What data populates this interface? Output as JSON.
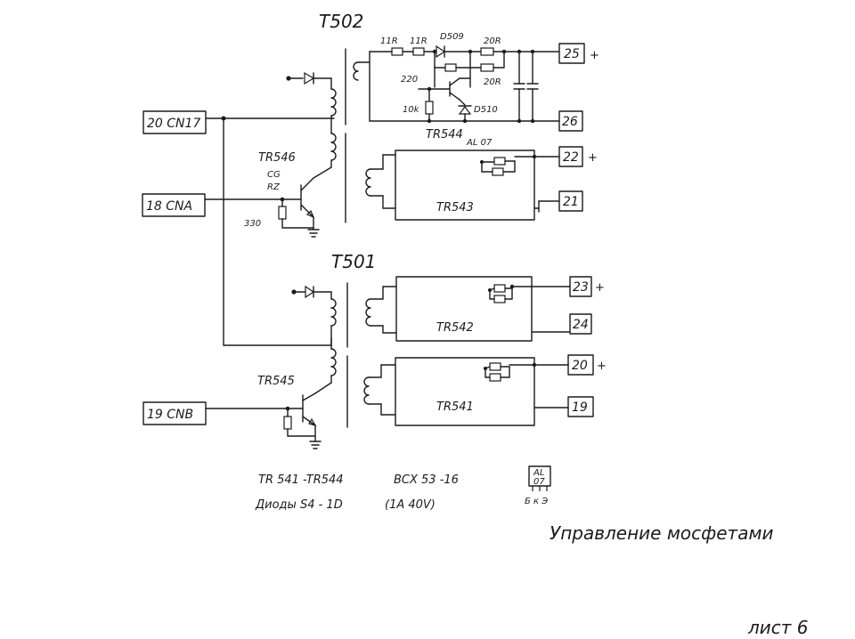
{
  "transformers": {
    "t502": "T502",
    "t501": "T501"
  },
  "connectors": {
    "c20cn": "20 CN17",
    "c18cn": "18 CNA",
    "c19cn": "19 CNB",
    "p25": "25",
    "p26": "26",
    "p22": "22",
    "p21": "21",
    "p23": "23",
    "p24": "24",
    "p20": "20",
    "p19": "19"
  },
  "plus_sign": "+",
  "components": {
    "r11a": "11R",
    "r11b": "11R",
    "d509": "D509",
    "r20a": "20R",
    "r20b": "20R",
    "r220": "220",
    "r10k": "10k",
    "d510": "D510",
    "tr544": "TR544",
    "tr544_mark": "AL 07",
    "tr546": "TR546",
    "tr546_mark1": "CG",
    "tr546_mark2": "RZ",
    "r330": "330",
    "tr543": "TR543",
    "tr542": "TR542",
    "tr541": "TR541",
    "tr545": "TR545"
  },
  "notes": {
    "transistors_line_a": "TR 541 -TR544",
    "transistors_line_b": "BCX 53 -16",
    "diodes_line_a": "Диоды  S4 - 1D",
    "diodes_line_b": "(1A 40V)",
    "package_top": "AL",
    "package_mid": "07",
    "package_pins": "Б к Э",
    "caption": "Управление мосфетами",
    "sheet": "лист 6"
  }
}
